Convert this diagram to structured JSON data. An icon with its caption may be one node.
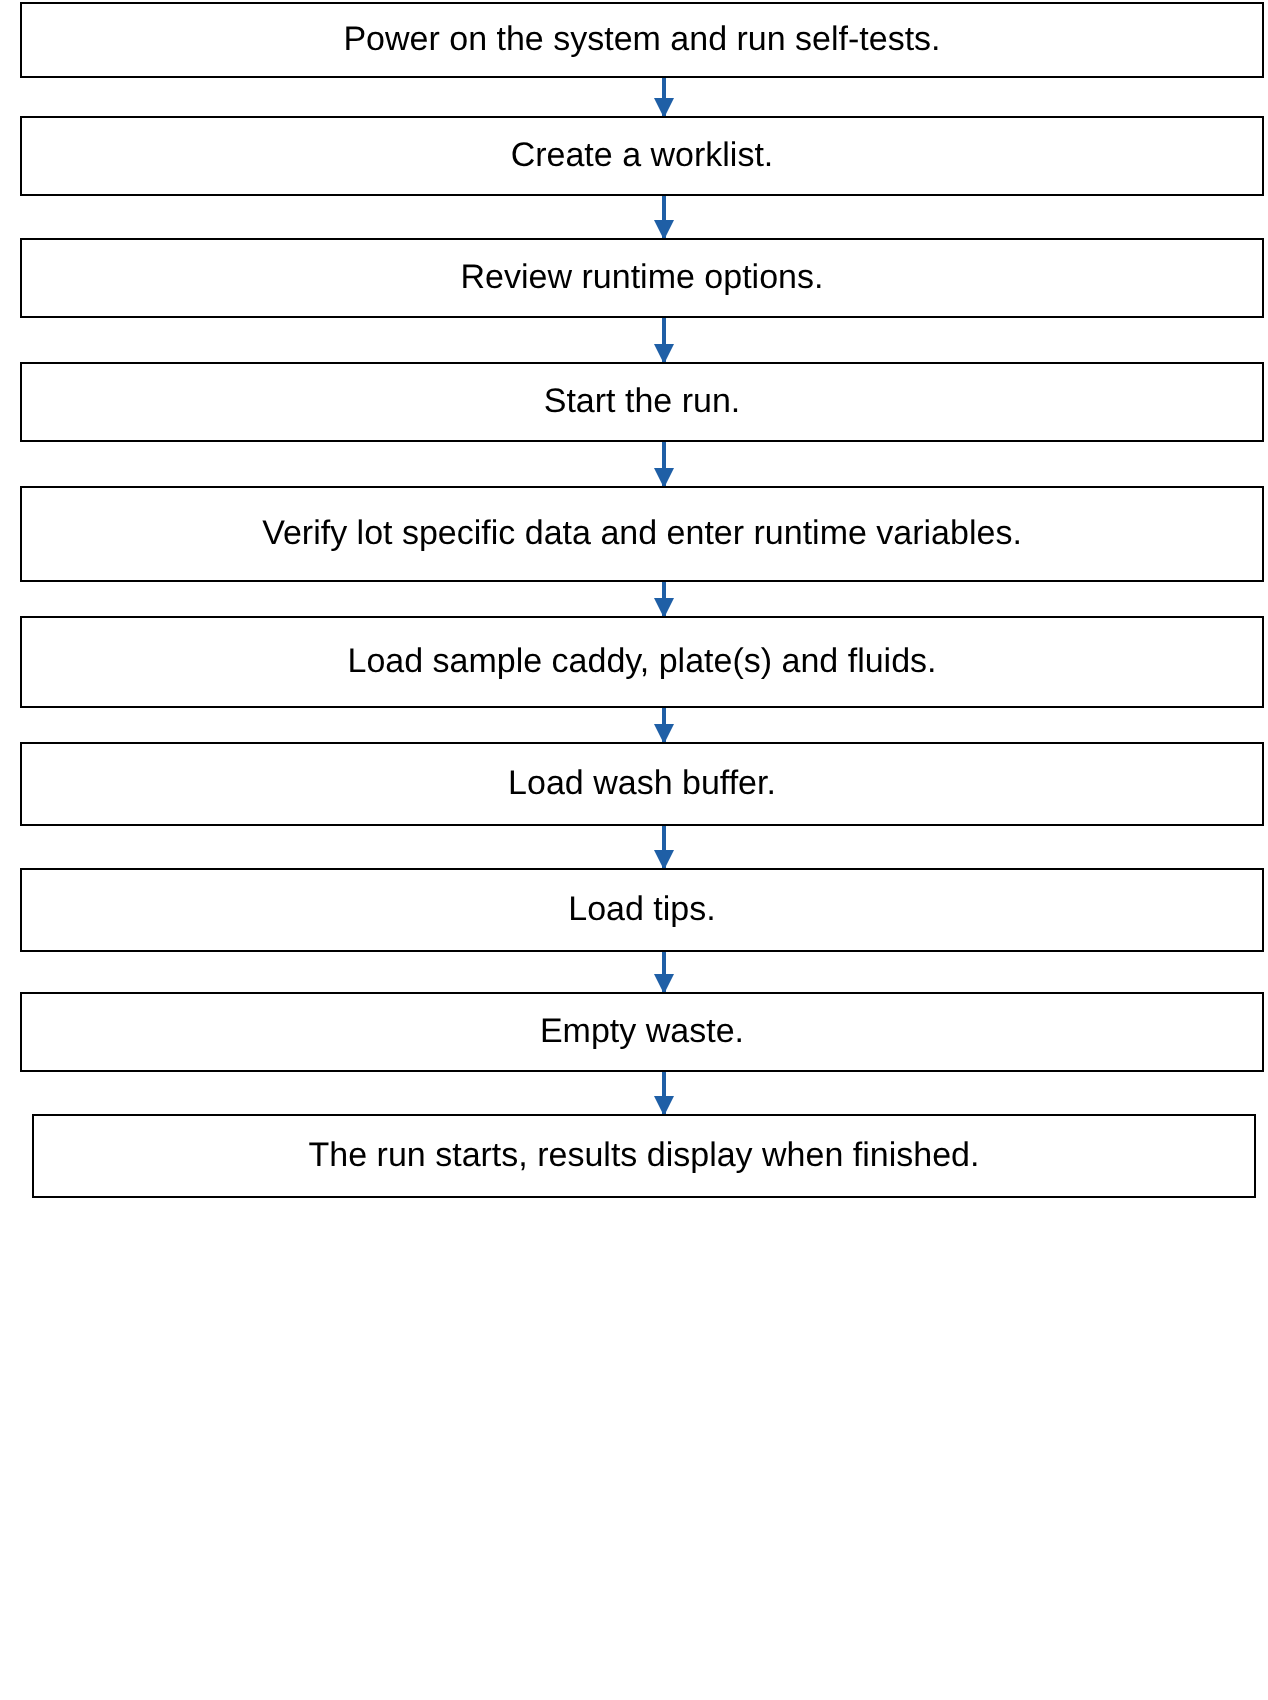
{
  "diagram": {
    "nodes": [
      {
        "text": [
          "Power on the system and run self-tests."
        ]
      },
      {
        "text": [
          "Create a worklist."
        ]
      },
      {
        "text": [
          "Review runtime options."
        ]
      },
      {
        "text": [
          "Start the run."
        ]
      },
      {
        "text": [
          "Verify lot specific data and enter runtime variables."
        ]
      },
      {
        "text": [
          "Load sample caddy, plate(s) and fluids."
        ]
      },
      {
        "text": [
          "Load wash buffer."
        ]
      },
      {
        "text": [
          "Load tips."
        ]
      },
      {
        "text": [
          "Empty waste."
        ]
      },
      {
        "text": [
          "The run starts, results display when finished."
        ]
      }
    ],
    "edges": [
      {
        "from": 0,
        "to": 1,
        "arrow": "to"
      },
      {
        "from": 1,
        "to": 2,
        "arrow": "to"
      },
      {
        "from": 2,
        "to": 3,
        "arrow": "to"
      },
      {
        "from": 3,
        "to": 4,
        "arrow": "to"
      },
      {
        "from": 4,
        "to": 5,
        "arrow": "to"
      },
      {
        "from": 5,
        "to": 6,
        "arrow": "to"
      },
      {
        "from": 6,
        "to": 7,
        "arrow": "to"
      },
      {
        "from": 7,
        "to": 8,
        "arrow": "to"
      },
      {
        "from": 8,
        "to": 9,
        "arrow": "to"
      }
    ]
  }
}
